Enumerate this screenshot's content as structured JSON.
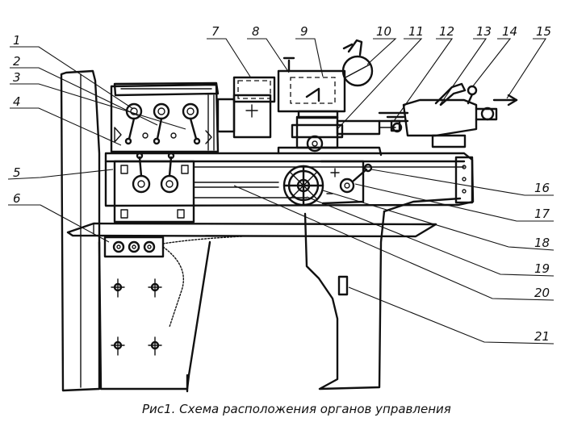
{
  "caption": "Рис1. Схема расположения органов управления",
  "callouts": [
    "1",
    "2",
    "3",
    "4",
    "5",
    "6",
    "7",
    "8",
    "9",
    "10",
    "11",
    "12",
    "13",
    "14",
    "15",
    "16",
    "17",
    "18",
    "19",
    "20",
    "21"
  ]
}
